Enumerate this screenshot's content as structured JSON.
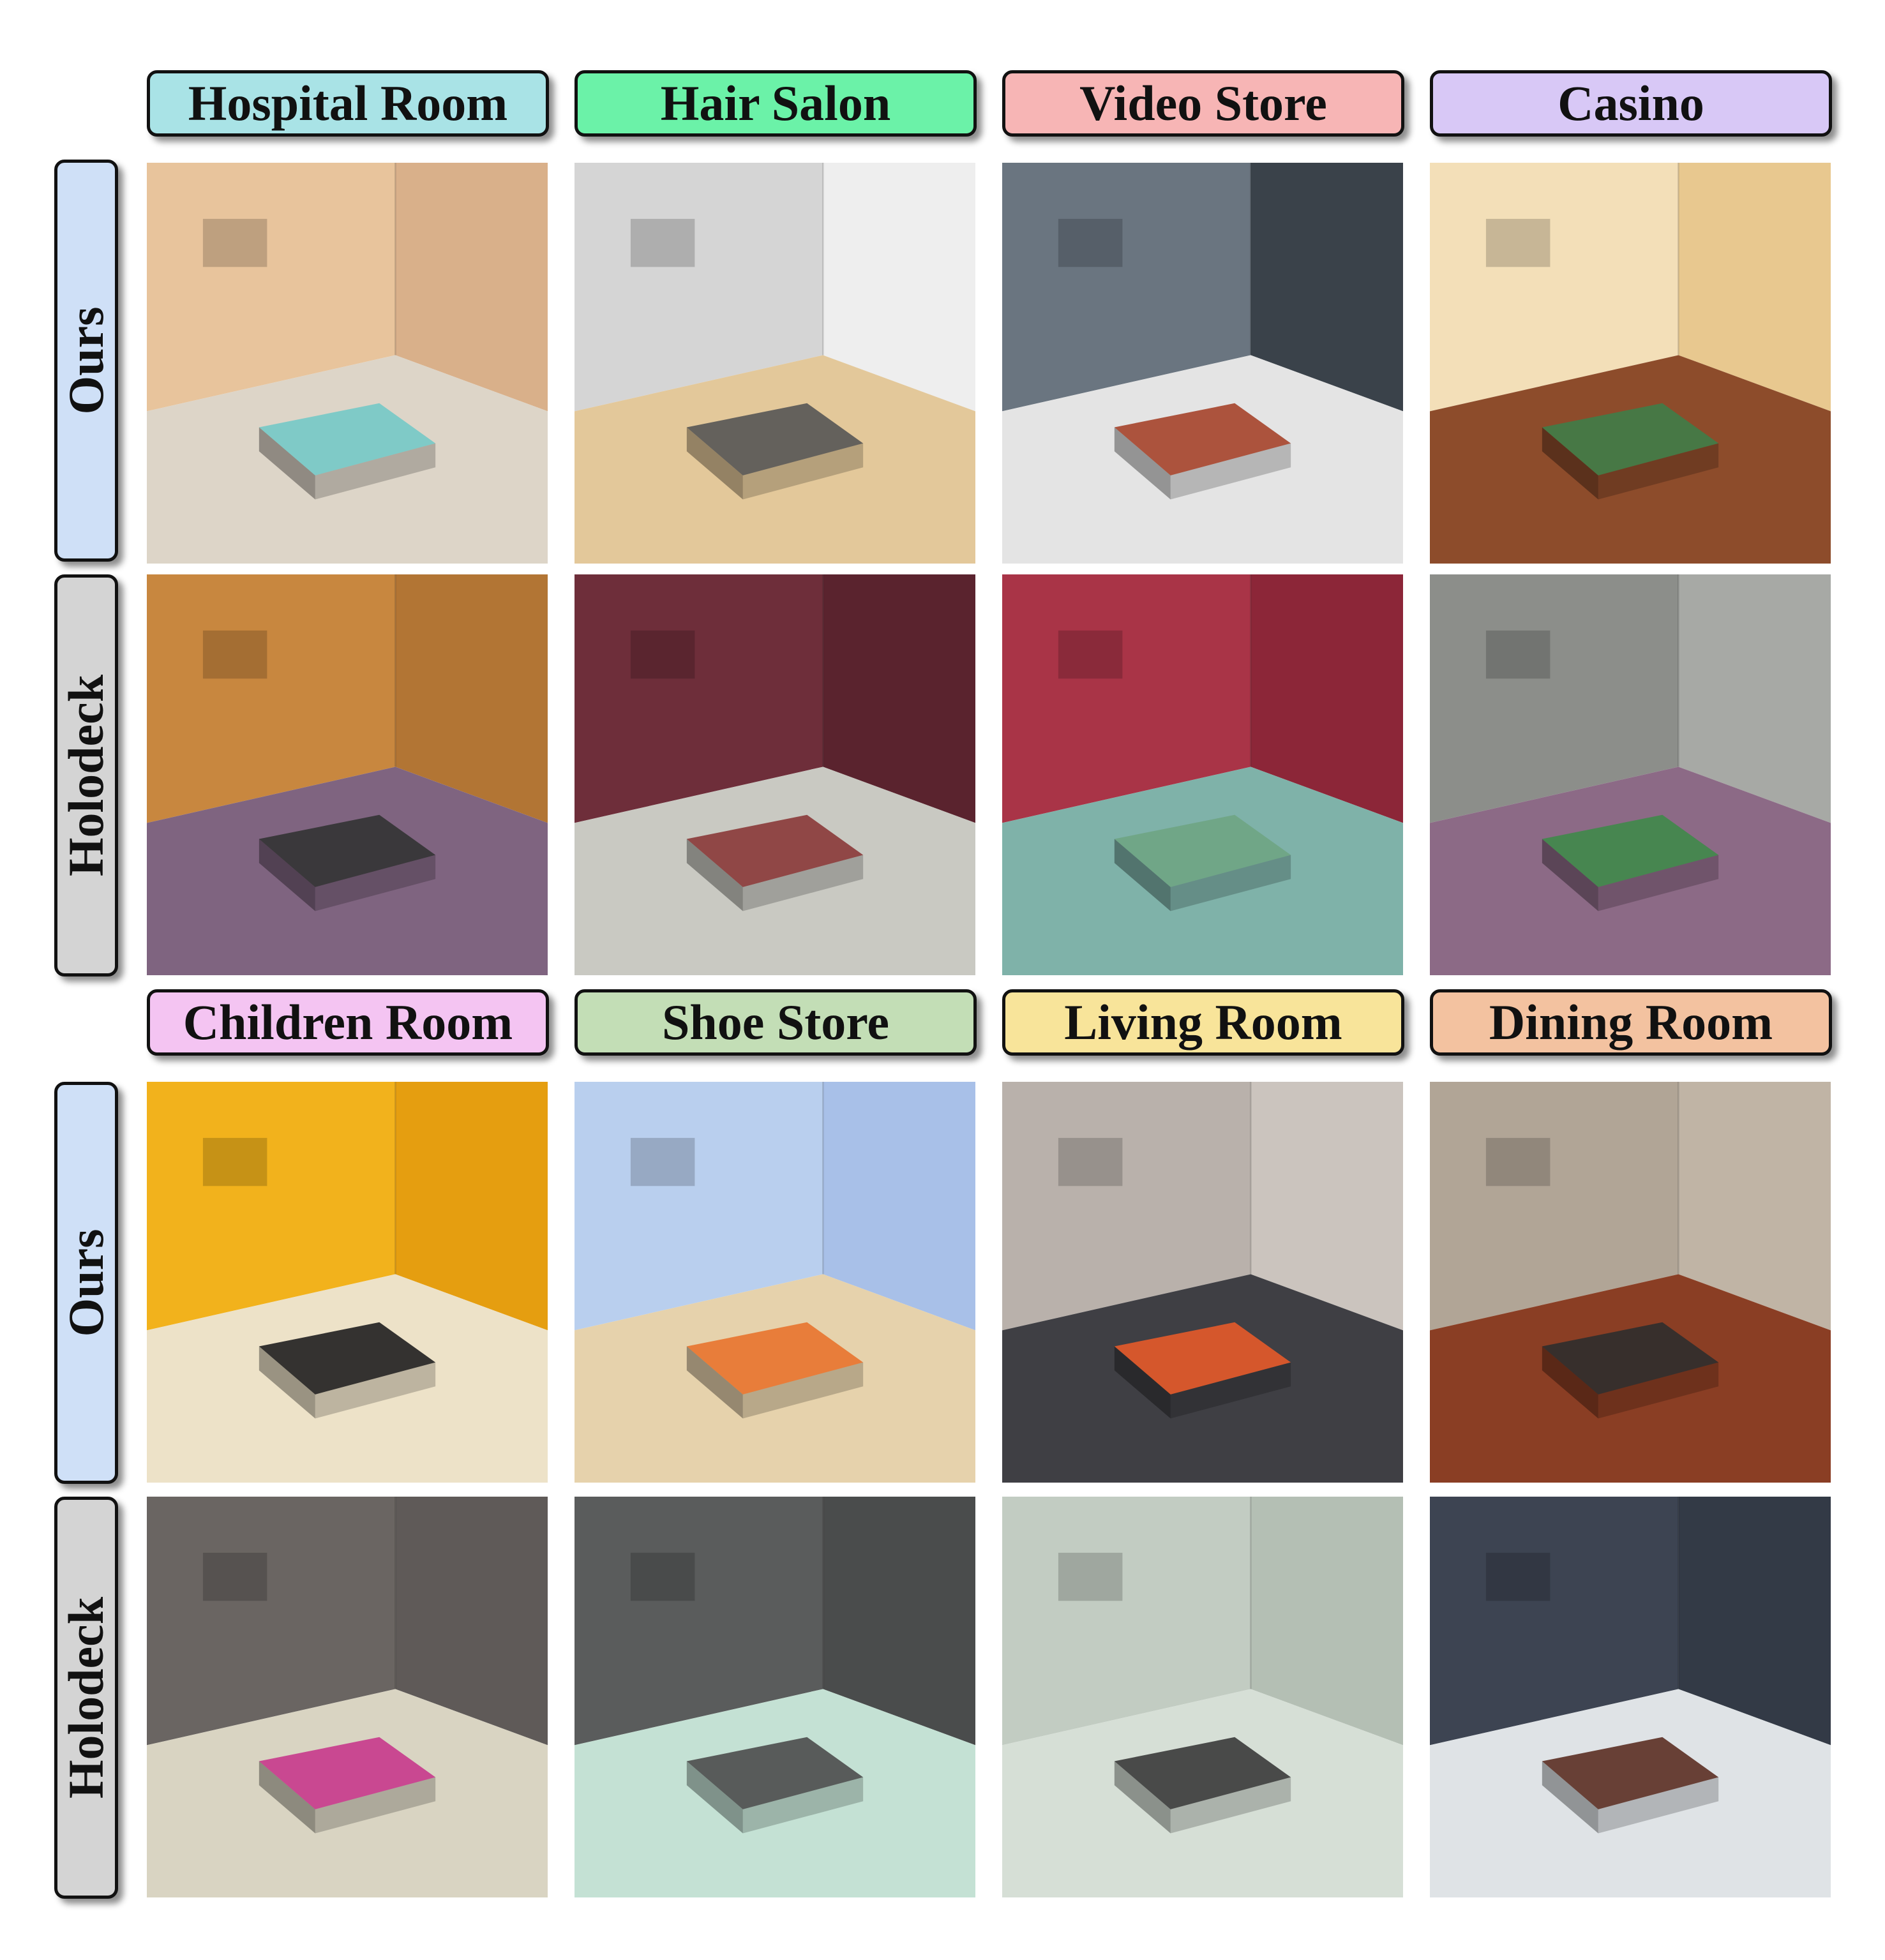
{
  "colors": {
    "ours_label_bg": "#cfe0f7",
    "holodeck_label_bg": "#d4d4d4"
  },
  "row_labels": {
    "ours": "Ours",
    "holodeck": "Holodeck"
  },
  "top_group": {
    "columns": [
      {
        "label": "Hospital Room",
        "color": "#a9e3e6"
      },
      {
        "label": "Hair Salon",
        "color": "#6bf2a8"
      },
      {
        "label": "Video Store",
        "color": "#f7b5b5"
      },
      {
        "label": "Casino",
        "color": "#d8c8f6"
      }
    ]
  },
  "bottom_group": {
    "columns": [
      {
        "label": "Children Room",
        "color": "#f4c4f2"
      },
      {
        "label": "Shoe Store",
        "color": "#c3deb6"
      },
      {
        "label": "Living Room",
        "color": "#f8e49a"
      },
      {
        "label": "Dining Room",
        "color": "#f3c2a0"
      }
    ]
  },
  "scenes": [
    {
      "name": "hospital-ours",
      "wall": "#e8c49c",
      "wall2": "#d9b08a",
      "floor": "#ddd5c8",
      "accent": "#74c9c6"
    },
    {
      "name": "salon-ours",
      "wall": "#d5d5d5",
      "wall2": "#eeeeee",
      "floor": "#e3c89a",
      "accent": "#555555"
    },
    {
      "name": "video-ours",
      "wall": "#6a7580",
      "wall2": "#3a424a",
      "floor": "#e4e4e4",
      "accent": "#a5432a"
    },
    {
      "name": "casino-ours",
      "wall": "#f3dfb8",
      "wall2": "#e8c88f",
      "floor": "#8d4c2b",
      "accent": "#3f7d48"
    },
    {
      "name": "hospital-holodeck",
      "wall": "#c8873f",
      "wall2": "#b27534",
      "floor": "#7f6480",
      "accent": "#333333"
    },
    {
      "name": "salon-holodeck",
      "wall": "#6e2e3a",
      "wall2": "#5a232e",
      "floor": "#c9c9c2",
      "accent": "#8a3838"
    },
    {
      "name": "video-holodeck",
      "wall": "#a93447",
      "wall2": "#8c2638",
      "floor": "#7fb2a9",
      "accent": "#6fa483"
    },
    {
      "name": "casino-holodeck",
      "wall": "#8c8e8a",
      "wall2": "#a7a9a5",
      "floor": "#8c6a86",
      "accent": "#3f8a4a"
    },
    {
      "name": "children-ours",
      "wall": "#f2b21c",
      "wall2": "#e59e10",
      "floor": "#ede2c8",
      "accent": "#1f1f1f"
    },
    {
      "name": "shoe-ours",
      "wall": "#b9cfee",
      "wall2": "#a8c0e8",
      "floor": "#e6d2ac",
      "accent": "#e8732d"
    },
    {
      "name": "living-ours",
      "wall": "#b9b1ab",
      "wall2": "#cbc4be",
      "floor": "#3f3f44",
      "accent": "#e55a2a"
    },
    {
      "name": "dining-ours",
      "wall": "#b1a596",
      "wall2": "#c0b4a5",
      "floor": "#8a3e24",
      "accent": "#2e2e2e"
    },
    {
      "name": "children-holodeck",
      "wall": "#6a6562",
      "wall2": "#5f5a58",
      "floor": "#d9d4c2",
      "accent": "#c6388c"
    },
    {
      "name": "shoe-holodeck",
      "wall": "#5a5c5c",
      "wall2": "#4a4c4c",
      "floor": "#c4e1d4",
      "accent": "#4d4d4d"
    },
    {
      "name": "living-holodeck",
      "wall": "#c2ccc2",
      "wall2": "#b4bfb4",
      "floor": "#d6dfd6",
      "accent": "#3a3a3a"
    },
    {
      "name": "dining-holodeck",
      "wall": "#3d4452",
      "wall2": "#333a46",
      "floor": "#dfe3e6",
      "accent": "#5b2e22"
    }
  ]
}
